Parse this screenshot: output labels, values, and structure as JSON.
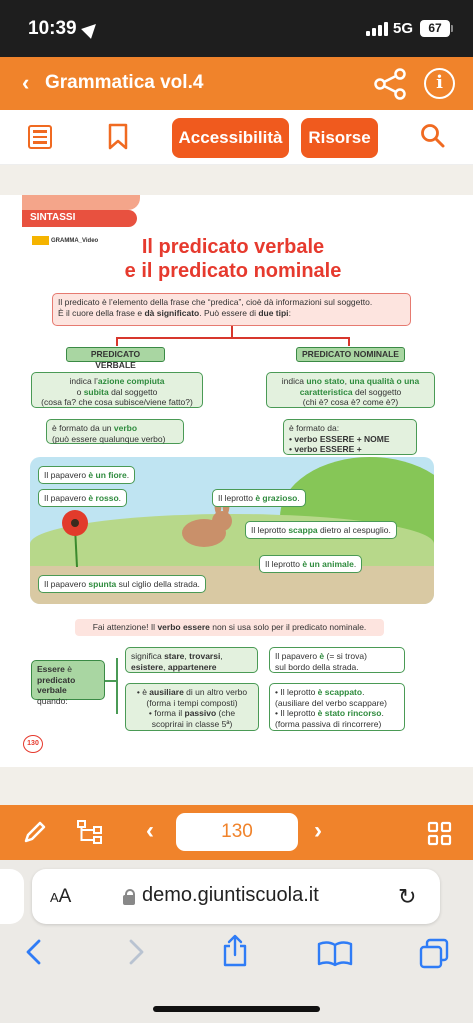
{
  "status": {
    "time": "10:39",
    "network": "5G",
    "battery": "67"
  },
  "appbar": {
    "back": "‹",
    "title": "Grammatica vol.4"
  },
  "toolbar": {
    "accessibility": "Accessibilità",
    "resources": "Risorse"
  },
  "page": {
    "section_tag": "SINTASSI",
    "video_tag": "GRAMMA_Video",
    "title_line1": "Il predicato verbale",
    "title_line2": "e il predicato nominale",
    "intro_a": "Il predicato è l’elemento della frase che “predica”, cioè dà informazioni sul soggetto.",
    "intro_b1": "È il cuore della frase e ",
    "intro_b2": "dà significato",
    "intro_b3": ". Può essere di ",
    "intro_b4": "due tipi",
    "intro_b5": ":",
    "pv_head": "PREDICATO VERBALE",
    "pn_head": "PREDICATO NOMINALE",
    "pv_desc_1": "indica l’",
    "pv_desc_2": "azione compiuta",
    "pv_desc_3": "o ",
    "pv_desc_4": "subita",
    "pv_desc_5": " dal soggetto",
    "pv_desc_6": "(cosa fa? che cosa subisce/viene fatto?)",
    "pn_desc_1": "indica ",
    "pn_desc_2": "uno stato",
    "pn_desc_3": ", ",
    "pn_desc_4": "una qualità o una caratteristica",
    "pn_desc_5": " del soggetto",
    "pn_desc_6": "(chi è? cosa è? come è?)",
    "pv_form_1": "è formato da un ",
    "pv_form_2": "verbo",
    "pv_form_3": "(può essere qualunque verbo)",
    "pn_form_1": "è formato da:",
    "pn_form_2": "• verbo ESSERE + NOME",
    "pn_form_3": "• verbo ESSERE + AGGETTIVO",
    "ex1_a": "Il papavero ",
    "ex1_b": "è un fiore",
    "ex1_c": ".",
    "ex2_a": "Il papavero ",
    "ex2_b": "è rosso",
    "ex2_c": ".",
    "ex3_a": "Il leprotto ",
    "ex3_b": "è grazioso",
    "ex3_c": ".",
    "ex4_a": "Il leprotto ",
    "ex4_b": "scappa",
    "ex4_c": " dietro al cespuglio.",
    "ex5_a": "Il leprotto ",
    "ex5_b": "è un animale",
    "ex5_c": ".",
    "ex6_a": "Il papavero ",
    "ex6_b": "spunta",
    "ex6_c": " sul ciglio della strada.",
    "warn_1": "Fai attenzione! Il ",
    "warn_2": "verbo essere",
    "warn_3": " non si usa solo per il predicato nominale.",
    "essere_1": "Essere",
    "essere_2": " è",
    "essere_3": "predicato",
    "essere_4": "verbale",
    "essere_5": " quando:",
    "c1_1": "significa ",
    "c1_2": "stare",
    "c1_3": ", ",
    "c1_4": "trovarsi",
    "c1_5": ",",
    "c1_6": "esistere",
    "c1_7": ", ",
    "c1_8": "appartenere",
    "c1e_1": "Il papavero ",
    "c1e_2": "è",
    "c1e_3": " (= si trova)",
    "c1e_4": "sul bordo della strada.",
    "c2_1": "• è ",
    "c2_2": "ausiliare",
    "c2_3": " di un altro verbo",
    "c2_4": "(forma i tempi composti)",
    "c2_5": "• forma il ",
    "c2_6": "passivo",
    "c2_7": " (che",
    "c2_8": "scoprirai in classe 5ª)",
    "c2e_1": "• Il leprotto ",
    "c2e_2": "è scappato",
    "c2e_3": ".",
    "c2e_4": "(ausiliare del verbo scappare)",
    "c2e_5": "• Il leprotto ",
    "c2e_6": "è stato rincorso",
    "c2e_7": ".",
    "c2e_8": "(forma passiva di rincorrere)",
    "page_number": "130"
  },
  "bottomnav": {
    "prev": "‹",
    "page": "130",
    "next": "›"
  },
  "safari": {
    "aa_small": "A",
    "aa_big": "A",
    "url": "demo.giuntiscuola.it",
    "reload": "↻"
  },
  "colors": {
    "orange": "#f0832b",
    "red_title": "#e63a2e",
    "green": "#2e8b3d",
    "ios_blue": "#2f7cf6"
  }
}
